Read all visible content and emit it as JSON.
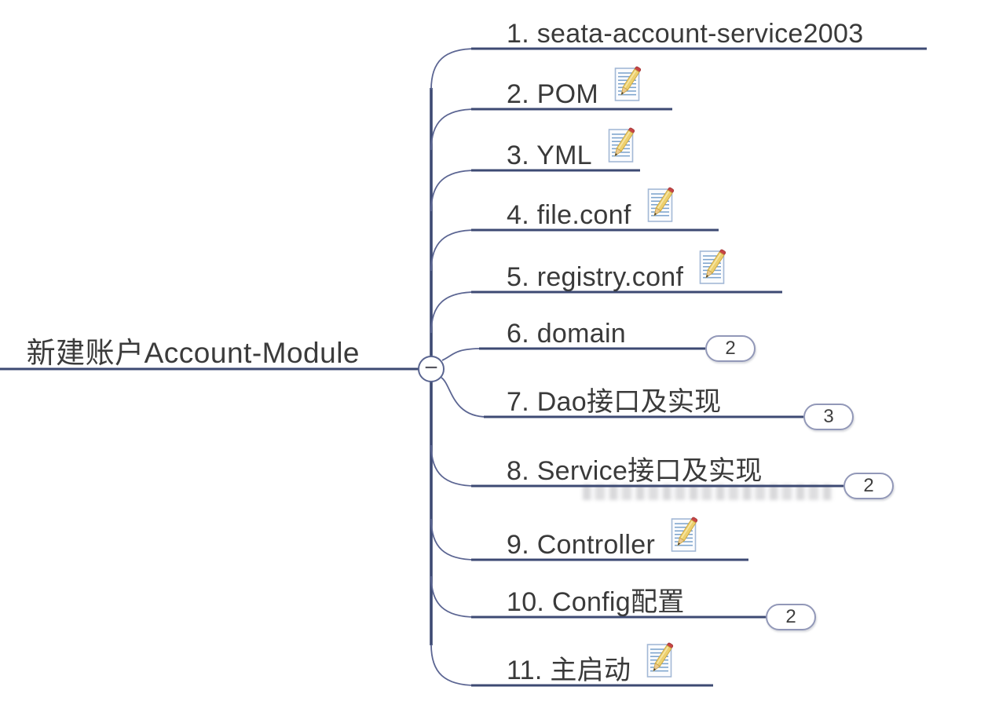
{
  "diagram": {
    "root": {
      "label": "新建账户Account-Module"
    },
    "collapse_button": {
      "state": "expanded",
      "symbol": "−"
    },
    "topics": [
      {
        "label": "1. seata-account-service2003",
        "has_note": false,
        "badge": null
      },
      {
        "label": "2. POM",
        "has_note": true,
        "badge": null
      },
      {
        "label": "3. YML",
        "has_note": true,
        "badge": null
      },
      {
        "label": "4. file.conf",
        "has_note": true,
        "badge": null
      },
      {
        "label": "5. registry.conf",
        "has_note": true,
        "badge": null
      },
      {
        "label": "6. domain",
        "has_note": false,
        "badge": "2"
      },
      {
        "label": "7. Dao接口及实现",
        "has_note": false,
        "badge": "3"
      },
      {
        "label": "8. Service接口及实现",
        "has_note": false,
        "badge": "2"
      },
      {
        "label": "9. Controller",
        "has_note": true,
        "badge": null
      },
      {
        "label": "10. Config配置",
        "has_note": false,
        "badge": "2"
      },
      {
        "label": "11. 主启动",
        "has_note": true,
        "badge": null
      }
    ],
    "colors": {
      "line": "#3d4a73",
      "curve": "#5b6592",
      "badge_border": "#9298b8",
      "text": "#3a3a3a"
    }
  }
}
